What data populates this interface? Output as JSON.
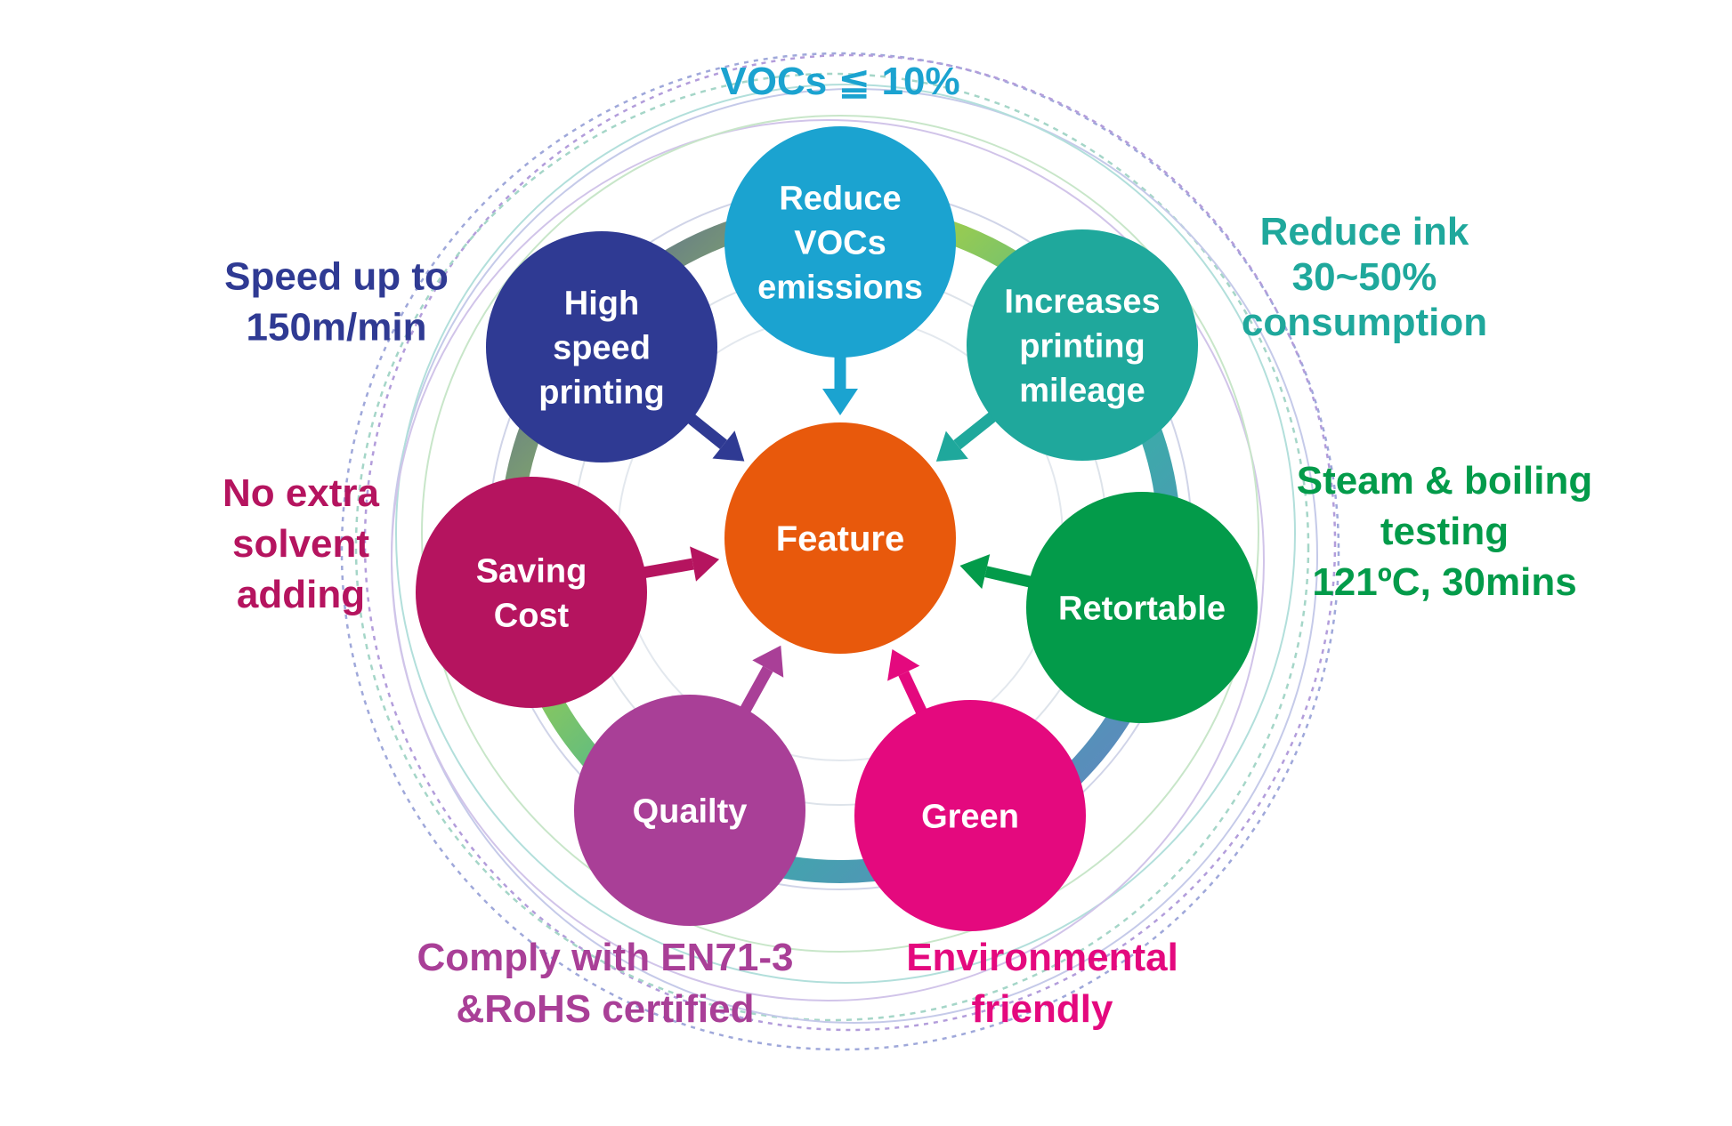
{
  "center": {
    "label": "Feature",
    "color": "#E8590C"
  },
  "nodes": [
    {
      "id": "reduce-vocs",
      "lines": [
        "Reduce",
        "VOCs",
        "emissions"
      ],
      "color": "#1BA3D0",
      "annotation": {
        "lines": [
          "VOCs ≦ 10%"
        ],
        "color": "#1BA3D0"
      }
    },
    {
      "id": "increases-mileage",
      "lines": [
        "Increases",
        "printing",
        "mileage"
      ],
      "color": "#1FA89C",
      "annotation": {
        "lines": [
          "Reduce ink",
          "30~50%",
          "consumption"
        ],
        "color": "#1FA89C"
      }
    },
    {
      "id": "retortable",
      "lines": [
        "Retortable"
      ],
      "color": "#039B4A",
      "annotation": {
        "lines": [
          "Steam & boiling",
          "testing",
          "121ºC, 30mins"
        ],
        "color": "#039B4A"
      }
    },
    {
      "id": "green",
      "lines": [
        "Green"
      ],
      "color": "#E4097E",
      "annotation": {
        "lines": [
          "Environmental",
          "friendly"
        ],
        "color": "#E4097E"
      }
    },
    {
      "id": "quality",
      "lines": [
        "Quailty"
      ],
      "color": "#A93F97",
      "annotation": {
        "lines": [
          "Comply with EN71-3",
          "&RoHS certified"
        ],
        "color": "#A93F97"
      }
    },
    {
      "id": "saving-cost",
      "lines": [
        "Saving",
        "Cost"
      ],
      "color": "#B5145F",
      "annotation": {
        "lines": [
          "No extra",
          "solvent",
          "adding"
        ],
        "color": "#B5145F"
      }
    },
    {
      "id": "high-speed",
      "lines": [
        "High",
        "speed",
        "printing"
      ],
      "color": "#2F3A93",
      "annotation": {
        "lines": [
          "Speed up to",
          "150m/min"
        ],
        "color": "#2F3A93"
      }
    }
  ]
}
